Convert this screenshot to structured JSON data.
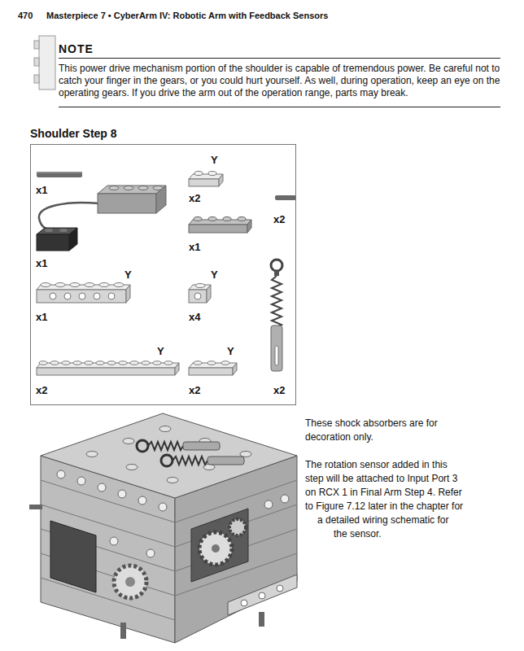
{
  "diagram": {
    "nodes": [
      {
        "text": [
          "NOTE",
          "This power drive mechanism portion of the shoulder is capable of tremendous power. Be careful not to catch your finger in the gears, or you could hurt yourself. As well, during operation, keep an eye on the operating gears. If you drive the arm out of the operation range, parts may break."
        ]
      },
      {
        "text": [
          "Shoulder Step 8"
        ]
      }
    ],
    "labels": [
      "470",
      "Masterpiece 7 • CyberArm IV: Robotic Arm with Feedback Sensors",
      "x1",
      "Y",
      "x2",
      "x2",
      "x1",
      "x1",
      "Y",
      "Y",
      "x1",
      "x4",
      "Y",
      "Y",
      "x2",
      "x2",
      "x2",
      "These shock absorbers are for decoration only.",
      "The rotation sensor added in this step will be attached to Input Port 3 on RCX 1 in Final Arm Step 4. Refer to Figure 7.12 later in the chapter for a detailed wiring schematic for the sensor."
    ]
  }
}
